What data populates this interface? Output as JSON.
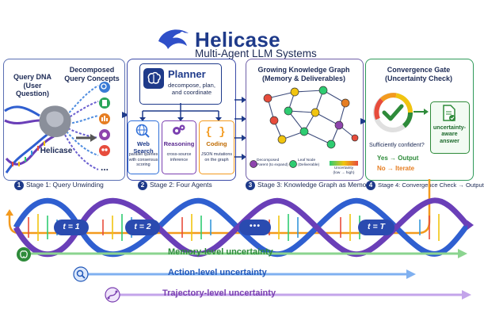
{
  "header": {
    "title": "Helicase",
    "subtitle": "Multi-Agent LLM Systems"
  },
  "panel1": {
    "query_dna": "Query DNA\n(User Question)",
    "decomposed": "Decomposed\nQuery Concepts",
    "helicase": "Helicase",
    "ellipsis": "..."
  },
  "panel2": {
    "planner_title": "Planner",
    "planner_desc": "decompose, plan,\nand coordinate",
    "agents": [
      {
        "title": "Web Search",
        "desc": "parallel queries\nwith consensus\nscoring"
      },
      {
        "title": "Reasoning",
        "desc": "cross-source\ninference"
      },
      {
        "title": "Coding",
        "desc": "JSON mutations\non the graph"
      }
    ]
  },
  "panel3": {
    "title": "Growing Knowledge Graph\n(Memory & Deliverables)",
    "legend_parent": "Decomposed\nParent (to expand)",
    "legend_leaf": "Leaf Node\n(Deliverable)",
    "legend_unc": "Uncertainty\n(low → high)"
  },
  "panel4": {
    "title": "Convergence Gate\n(Uncertainty Check)",
    "question": "Sufficiently confident?",
    "yes": "Yes → Output",
    "no": "No → Iterate",
    "answer": "uncertainty-\naware\nanswer"
  },
  "stages": [
    {
      "num": "1",
      "label": "Stage 1: Query Unwinding"
    },
    {
      "num": "2",
      "label": "Stage 2: Four Agents"
    },
    {
      "num": "3",
      "label": "Stage 3: Knowledge Graph as Memory"
    },
    {
      "num": "4",
      "label": "Stage 4: Convergence Check → Output"
    }
  ],
  "timeline": {
    "t1": "t = 1",
    "t2": "t = 2",
    "dots": "•••",
    "tT": "t = T"
  },
  "uncertainty": {
    "memory": "Memory-level uncertainty",
    "action": "Action-level uncertainty",
    "trajectory": "Trajectory-level uncertainty"
  },
  "colors": {
    "navy": "#1e3a8a",
    "memory": "#2e8b3a",
    "action": "#1f56b8",
    "trajectory": "#7a3fb0",
    "orange": "#f39a1e",
    "helix_blue": "#2f5fd0",
    "helix_purple": "#6a3fb8"
  },
  "icons": [
    "helicase-logo-icon",
    "brain-icon",
    "globe-search-icon",
    "gears-icon",
    "code-braces-icon",
    "gauge-check-icon",
    "document-check-icon",
    "magnifier-icon",
    "trajectory-icon"
  ]
}
